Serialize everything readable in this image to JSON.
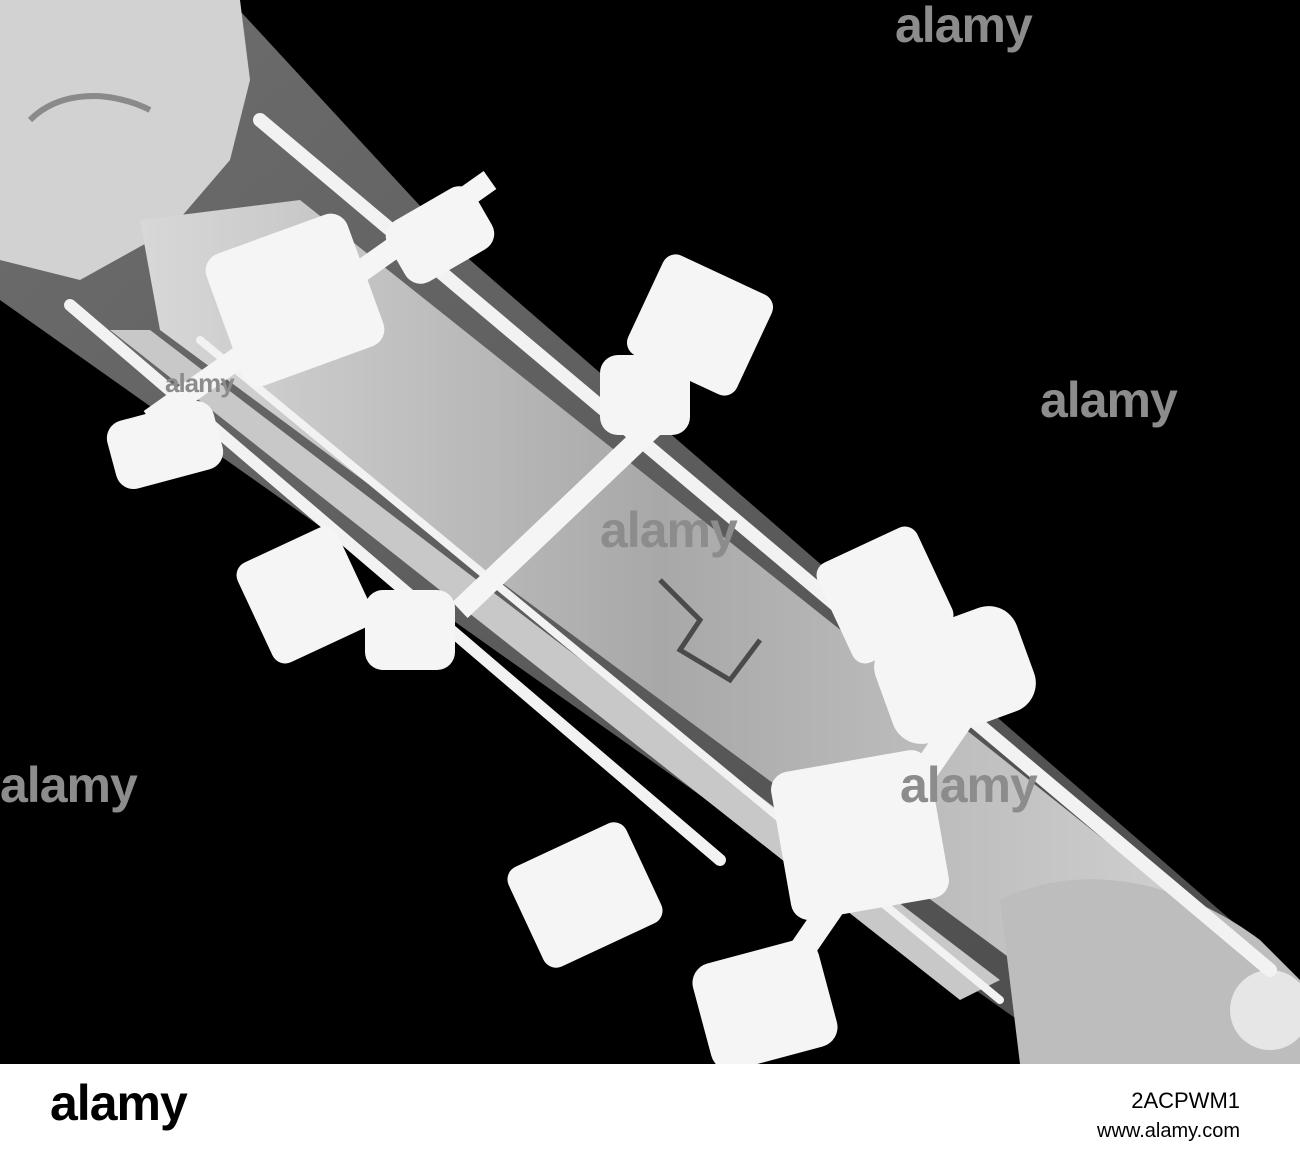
{
  "image": {
    "subject": "x-ray-leg-external-fixator",
    "background_color": "#000000",
    "bone_color": "#bdbdbd",
    "metal_color": "#f5f5f5"
  },
  "watermark": {
    "text": "alamy",
    "color": "#8c8c8c"
  },
  "footer": {
    "logo_text": "alamy",
    "image_id": "2ACPWM1",
    "url": "www.alamy.com"
  }
}
